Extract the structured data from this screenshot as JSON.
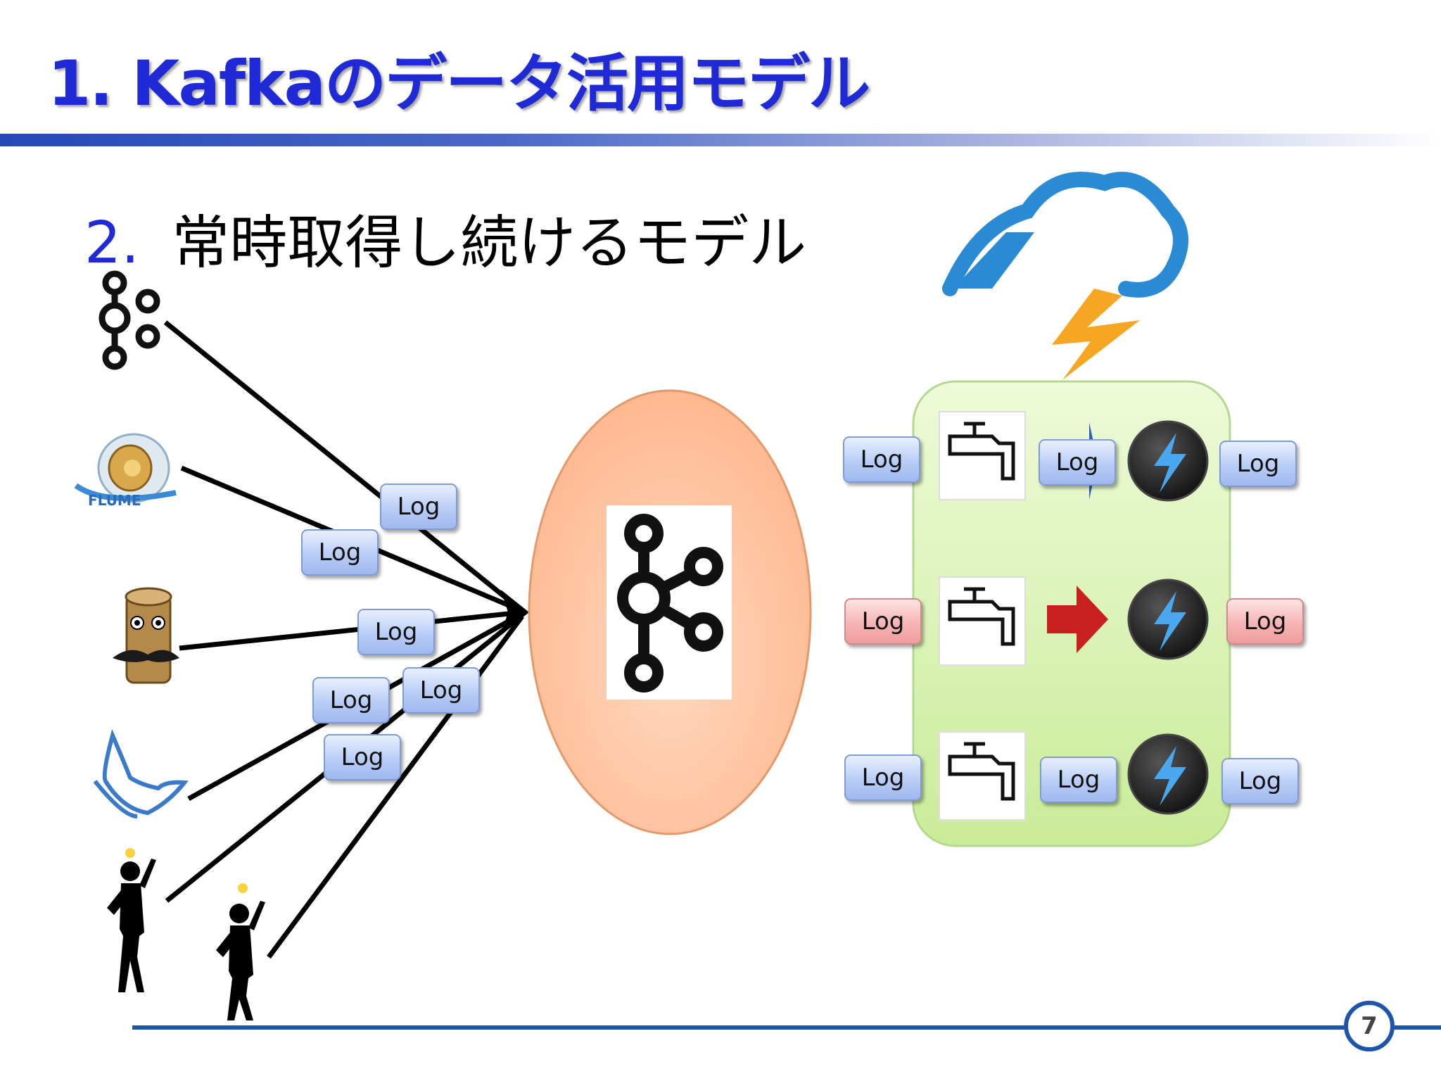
{
  "slide": {
    "title": "1. Kafkaのデータ活用モデル",
    "subtitle_number": "2.",
    "subtitle_text": "常時取得し続けるモデル",
    "page_number": "7"
  },
  "producers": [
    "kafka-logo-icon",
    "flume-logo-icon",
    "fluentd-logo-icon",
    "fluent-bird-icon",
    "person-icon",
    "person-icon"
  ],
  "inbound_logs": [
    "Log",
    "Log",
    "Log",
    "Log",
    "Log",
    "Log"
  ],
  "processing_rows": [
    {
      "in_label": "Log",
      "out_label": "Log",
      "mid_label": "Log",
      "status": "normal"
    },
    {
      "in_label": "Log",
      "out_label": "Log",
      "mid_label": "",
      "status": "alert"
    },
    {
      "in_label": "Log",
      "out_label": "Log",
      "mid_label": "Log",
      "status": "normal"
    }
  ],
  "colors": {
    "title": "#1f2ad6",
    "log_box_blue": "#b8cdf6",
    "log_box_red": "#f6b4b4",
    "hub_fill": "#ffc9a6",
    "storm_panel": "#d8f2b0",
    "arrow_red": "#c8201e",
    "cloud": "#2a8ad4",
    "bolt": "#f5a623"
  }
}
